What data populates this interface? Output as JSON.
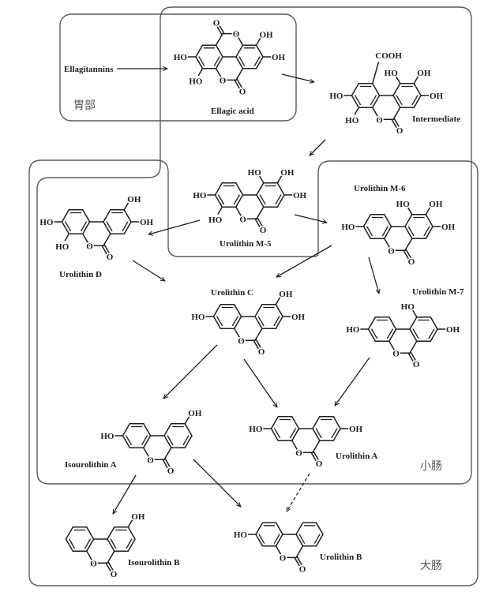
{
  "regions": [
    {
      "id": "stomach",
      "label": "胃部"
    },
    {
      "id": "small-intestine",
      "label": "小肠"
    },
    {
      "id": "large-intestine",
      "label": "大肠"
    }
  ],
  "precursor": {
    "id": "ellagitannins",
    "name": "Ellagitannins"
  },
  "atom_labels": {
    "ring_oxygen": "O",
    "carbonyl_oxygen": "O"
  },
  "compounds": [
    {
      "id": "ellagic-acid",
      "name": "Ellagic acid",
      "core": "ellagic",
      "substituents": [
        {
          "site": "A-left",
          "label": "HO"
        },
        {
          "site": "A-lower-left",
          "label": "HO"
        },
        {
          "site": "C-upper-right",
          "label": "OH"
        },
        {
          "site": "C-right",
          "label": "OH"
        }
      ]
    },
    {
      "id": "intermediate",
      "name": "Intermediate",
      "core": "urolithin",
      "substituents": [
        {
          "site": "A-left",
          "label": "HO"
        },
        {
          "site": "A-lower-left",
          "label": "HO"
        },
        {
          "site": "A-upper-right",
          "label": "COOH"
        },
        {
          "site": "C-upper-left",
          "label": "HO"
        },
        {
          "site": "C-upper-right",
          "label": "OH"
        },
        {
          "site": "C-right",
          "label": "OH"
        }
      ]
    },
    {
      "id": "urolithin-m5",
      "name": "Urolithin M-5",
      "core": "urolithin",
      "substituents": [
        {
          "site": "A-left",
          "label": "HO"
        },
        {
          "site": "A-lower-left",
          "label": "HO"
        },
        {
          "site": "C-upper-left",
          "label": "HO"
        },
        {
          "site": "C-upper-right",
          "label": "OH"
        },
        {
          "site": "C-right",
          "label": "OH"
        }
      ]
    },
    {
      "id": "urolithin-m6",
      "name": "Urolithin M-6",
      "core": "urolithin",
      "substituents": [
        {
          "site": "A-left",
          "label": "HO"
        },
        {
          "site": "C-upper-left",
          "label": "HO"
        },
        {
          "site": "C-upper-right",
          "label": "OH"
        },
        {
          "site": "C-right",
          "label": "OH"
        }
      ]
    },
    {
      "id": "urolithin-d",
      "name": "Urolithin D",
      "core": "urolithin",
      "substituents": [
        {
          "site": "A-left",
          "label": "HO"
        },
        {
          "site": "A-lower-left",
          "label": "HO"
        },
        {
          "site": "C-upper-right",
          "label": "OH"
        },
        {
          "site": "C-right",
          "label": "OH"
        }
      ]
    },
    {
      "id": "urolithin-c",
      "name": "Urolithin C",
      "core": "urolithin",
      "substituents": [
        {
          "site": "A-left",
          "label": "HO"
        },
        {
          "site": "C-upper-right",
          "label": "OH"
        },
        {
          "site": "C-right",
          "label": "OH"
        }
      ]
    },
    {
      "id": "urolithin-m7",
      "name": "Urolithin M-7",
      "core": "urolithin",
      "substituents": [
        {
          "site": "A-left",
          "label": "HO"
        },
        {
          "site": "C-upper-left",
          "label": "HO"
        },
        {
          "site": "C-right",
          "label": "OH"
        }
      ]
    },
    {
      "id": "isourolithin-a",
      "name": "Isourolithin A",
      "core": "urolithin",
      "substituents": [
        {
          "site": "A-left",
          "label": "HO"
        },
        {
          "site": "C-upper-right",
          "label": "OH"
        }
      ]
    },
    {
      "id": "urolithin-a",
      "name": "Urolithin A",
      "core": "urolithin",
      "substituents": [
        {
          "site": "A-left",
          "label": "HO"
        },
        {
          "site": "C-right",
          "label": "OH"
        }
      ]
    },
    {
      "id": "isourolithin-b",
      "name": "Isourolithin B",
      "core": "urolithin",
      "substituents": [
        {
          "site": "C-upper-right",
          "label": "OH"
        }
      ]
    },
    {
      "id": "urolithin-b",
      "name": "Urolithin B",
      "core": "urolithin",
      "substituents": [
        {
          "site": "A-left",
          "label": "HO"
        }
      ]
    }
  ],
  "arrows": [
    {
      "from": "ellagitannins",
      "to": "ellagic-acid",
      "style": "solid"
    },
    {
      "from": "ellagic-acid",
      "to": "intermediate",
      "style": "solid"
    },
    {
      "from": "intermediate",
      "to": "urolithin-m5",
      "style": "solid"
    },
    {
      "from": "urolithin-m5",
      "to": "urolithin-d",
      "style": "solid"
    },
    {
      "from": "urolithin-m5",
      "to": "urolithin-m6",
      "style": "solid"
    },
    {
      "from": "urolithin-d",
      "to": "urolithin-c",
      "style": "solid"
    },
    {
      "from": "urolithin-m6",
      "to": "urolithin-c",
      "style": "solid"
    },
    {
      "from": "urolithin-m6",
      "to": "urolithin-m7",
      "style": "solid"
    },
    {
      "from": "urolithin-c",
      "to": "isourolithin-a",
      "style": "solid"
    },
    {
      "from": "urolithin-c",
      "to": "urolithin-a",
      "style": "solid"
    },
    {
      "from": "urolithin-m7",
      "to": "urolithin-a",
      "style": "solid"
    },
    {
      "from": "isourolithin-a",
      "to": "isourolithin-b",
      "style": "solid"
    },
    {
      "from": "isourolithin-a",
      "to": "urolithin-b",
      "style": "solid"
    },
    {
      "from": "urolithin-a",
      "to": "urolithin-b",
      "style": "dashed"
    }
  ]
}
